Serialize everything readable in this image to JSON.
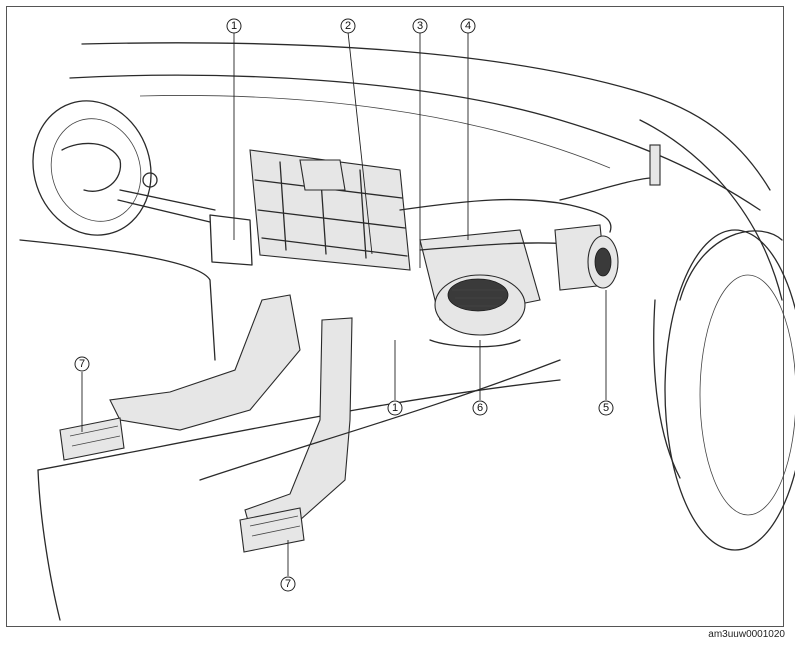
{
  "callouts": [
    {
      "label": "1"
    },
    {
      "label": "2"
    },
    {
      "label": "3"
    },
    {
      "label": "4"
    },
    {
      "label": "1"
    },
    {
      "label": "6"
    },
    {
      "label": "5"
    },
    {
      "label": "7"
    },
    {
      "label": "7"
    }
  ],
  "figure_code": "am3uuw0001020"
}
